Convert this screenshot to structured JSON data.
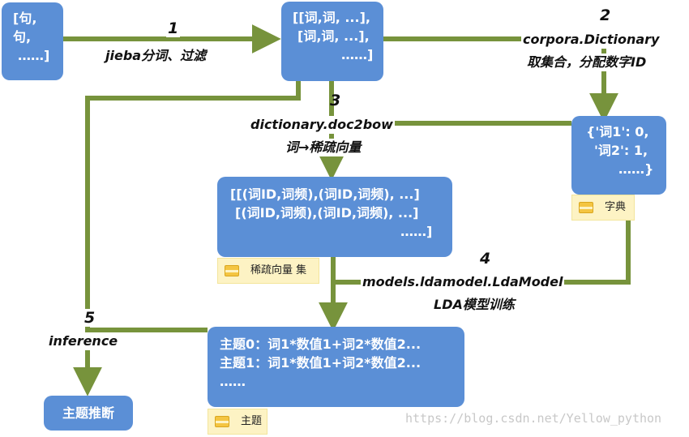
{
  "nodes": {
    "sentences": [
      "[句,",
      "句,",
      "……]"
    ],
    "word_lists": [
      "[[词,词, ...],",
      "[词,词, ...],",
      "……]"
    ],
    "dictionary": [
      "{'词1': 0,",
      "'词2': 1,",
      "……}"
    ],
    "sparse_vectors": [
      "[[(词ID,词频),(词ID,词频), ...]",
      "[(词ID,词频),(词ID,词频), ...]",
      "……]"
    ],
    "topics": [
      "主题0：词1*数值1+词2*数值2...",
      "主题1：词1*数值1+词2*数值2...",
      "……"
    ],
    "inference_result": [
      "主题推断"
    ]
  },
  "tags": {
    "dictionary": "字典",
    "sparse_vectors": "稀疏向量 集",
    "topics": "主题"
  },
  "edges": {
    "step1": {
      "num": "1",
      "text": "jieba分词、过滤"
    },
    "step2": {
      "num": "2",
      "line1": "corpora.Dictionary",
      "line2": "取集合，分配数字ID"
    },
    "step3": {
      "num": "3",
      "line1": "dictionary.doc2bow",
      "line2": "词→稀疏向量"
    },
    "step4": {
      "num": "4",
      "line1": "models.ldamodel.LdaModel",
      "line2": "LDA模型训练"
    },
    "step5": {
      "num": "5",
      "text": "inference"
    }
  },
  "watermark": "https://blog.csdn.net/Yellow_python",
  "colors": {
    "node_fill": "#5b8fd6",
    "arrow": "#77933c",
    "tag_fill": "#fdf3c4",
    "tag_icon": "#f4c542"
  }
}
